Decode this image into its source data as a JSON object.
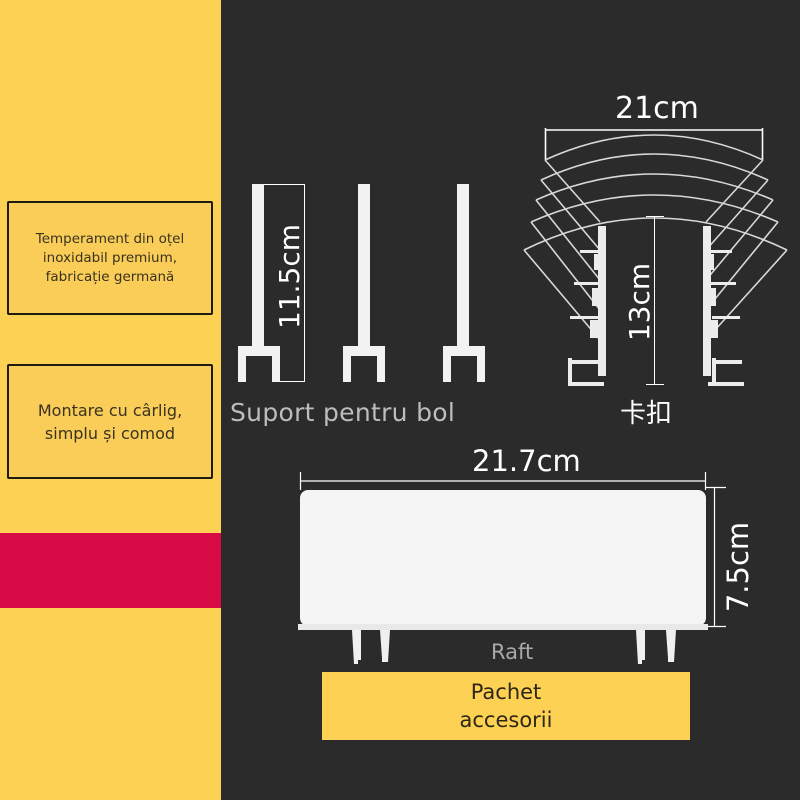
{
  "colors": {
    "panel_yellow": "#fdd154",
    "background_dark": "#2b2b2b",
    "accent_red": "#d70a45",
    "product_white": "#f5f5f5"
  },
  "features": [
    {
      "text": "Temperament din oțel\ninoxidabil premium,\nfabricație germană"
    },
    {
      "text": "Montare cu cârlig,\nsimplu și comod"
    }
  ],
  "bowl_holder": {
    "label": "Suport pentru bol",
    "height_dimension": "11.5cm",
    "count": 3
  },
  "clip": {
    "label": "卡扣",
    "width_dimension": "21cm",
    "height_dimension": "13cm"
  },
  "shelf": {
    "label": "Raft",
    "width_dimension": "21.7cm",
    "height_dimension": "7.5cm"
  },
  "accessory_pack": {
    "label": "Pachet\naccesorii"
  }
}
